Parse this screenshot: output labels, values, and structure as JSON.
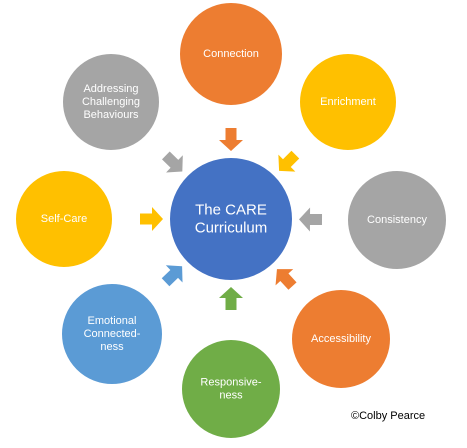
{
  "center": {
    "lines": [
      "The CARE",
      "Curriculum"
    ],
    "color": "#4472C4"
  },
  "nodes": [
    {
      "id": "connection",
      "lines": [
        "Connection"
      ],
      "color": "#ED7D31"
    },
    {
      "id": "enrichment",
      "lines": [
        "Enrichment"
      ],
      "color": "#FFC000"
    },
    {
      "id": "consistency",
      "lines": [
        "Consistency"
      ],
      "color": "#A5A5A5"
    },
    {
      "id": "accessibility",
      "lines": [
        "Accessibility"
      ],
      "color": "#ED7D31"
    },
    {
      "id": "responsiveness",
      "lines": [
        "Responsive-",
        "ness"
      ],
      "color": "#70AD47"
    },
    {
      "id": "emotional-connectedness",
      "lines": [
        "Emotional",
        "Connected-",
        "ness"
      ],
      "color": "#5B9BD5"
    },
    {
      "id": "self-care",
      "lines": [
        "Self-Care"
      ],
      "color": "#FFC000"
    },
    {
      "id": "addressing-challenging-behaviours",
      "lines": [
        "Addressing",
        "Challenging",
        "Behaviours"
      ],
      "color": "#A5A5A5"
    }
  ],
  "copyright": "©Colby Pearce"
}
